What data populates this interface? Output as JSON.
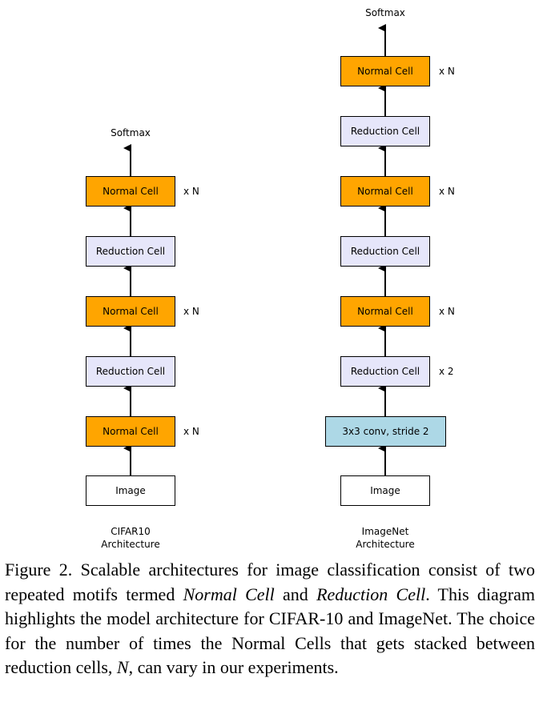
{
  "left": {
    "top_label": "Softmax",
    "boxes": [
      {
        "label": "Normal Cell",
        "repeat": "x N"
      },
      {
        "label": "Reduction Cell"
      },
      {
        "label": "Normal Cell",
        "repeat": "x N"
      },
      {
        "label": "Reduction Cell"
      },
      {
        "label": "Normal Cell",
        "repeat": "x N"
      },
      {
        "label": "Image"
      }
    ],
    "title_line1": "CIFAR10",
    "title_line2": "Architecture"
  },
  "right": {
    "top_label": "Softmax",
    "boxes": [
      {
        "label": "Normal Cell",
        "repeat": "x N"
      },
      {
        "label": "Reduction Cell"
      },
      {
        "label": "Normal Cell",
        "repeat": "x N"
      },
      {
        "label": "Reduction Cell"
      },
      {
        "label": "Normal Cell",
        "repeat": "x N"
      },
      {
        "label": "Reduction Cell",
        "repeat": "x 2"
      },
      {
        "label": "3x3 conv, stride 2"
      },
      {
        "label": "Image"
      }
    ],
    "title_line1": "ImageNet",
    "title_line2": "Architecture"
  },
  "colors": {
    "normal_cell": "#ffa500",
    "reduction_cell": "#e6e6fa",
    "conv": "#add8e6",
    "image": "#ffffff"
  },
  "caption": {
    "part1": "Figure 2. Scalable architectures for image classification consist of two repeated motifs termed ",
    "em1": "Normal Cell",
    "part2": " and ",
    "em2": "Reduction Cell",
    "part3": ". This diagram highlights the model architecture for CIFAR-10 and ImageNet. The choice for the number of times the Normal Cells that gets stacked between reduction cells, ",
    "em3": "N",
    "part4": ", can vary in our experiments."
  }
}
